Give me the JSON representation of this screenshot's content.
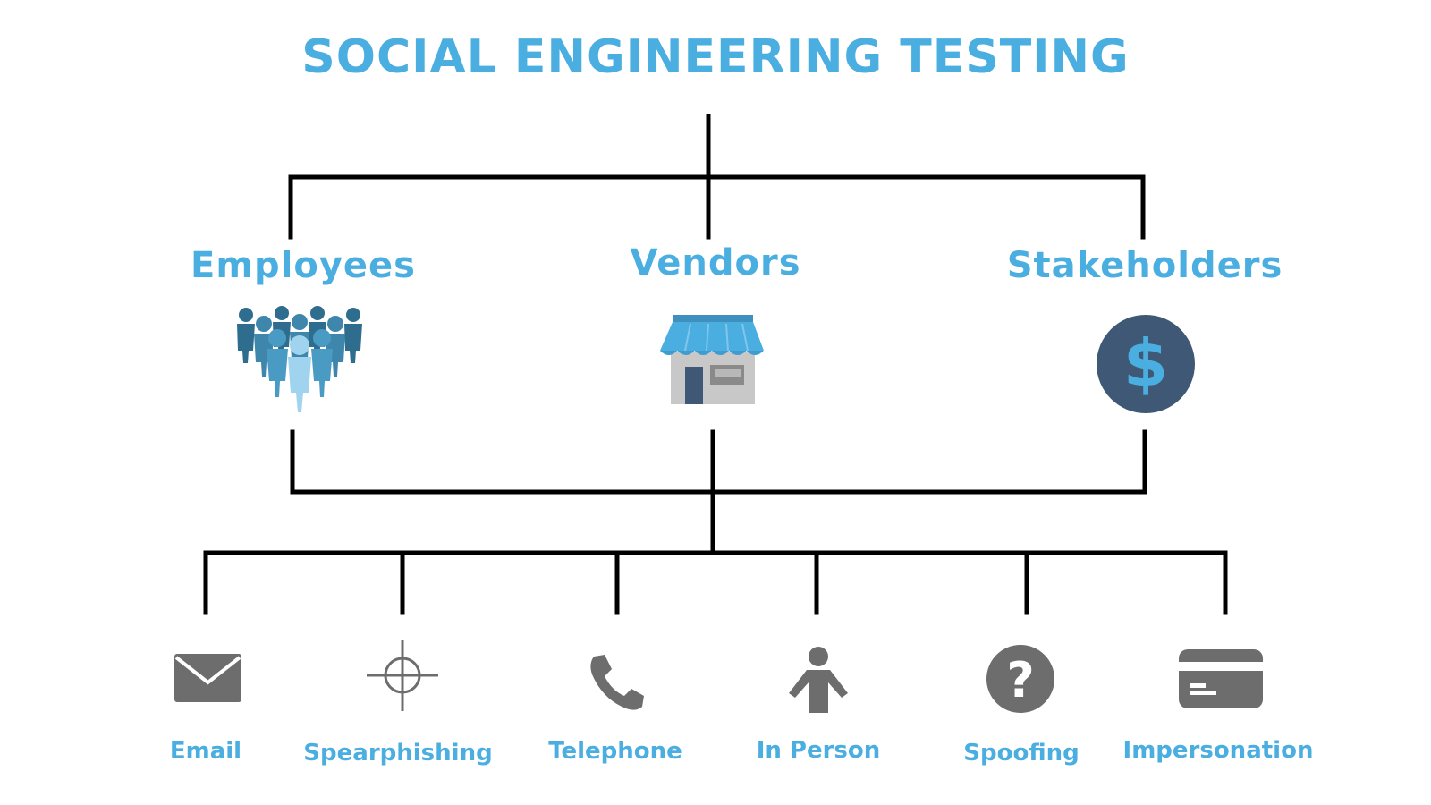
{
  "title": "SOCIAL ENGINEERING TESTING",
  "colors": {
    "accent_text": "#4aaee0",
    "connector_line": "#000000",
    "icon_gray": "#6d6d6d",
    "people_dark": "#2f6d8f",
    "people_mid": "#4a9bc4",
    "people_light": "#9fd3ee",
    "store_awning": "#4aaee0",
    "store_wall": "#c8c8c8",
    "coin_fill": "#3f5876",
    "coin_symbol": "#4aaee0"
  },
  "groups": [
    {
      "label": "Employees",
      "icon": "people-group-icon"
    },
    {
      "label": "Vendors",
      "icon": "storefront-icon"
    },
    {
      "label": "Stakeholders",
      "icon": "dollar-coin-icon"
    }
  ],
  "methods": [
    {
      "label": "Email",
      "icon": "envelope-icon"
    },
    {
      "label": "Spearphishing",
      "icon": "crosshair-icon"
    },
    {
      "label": "Telephone",
      "icon": "phone-icon"
    },
    {
      "label": "In Person",
      "icon": "person-icon"
    },
    {
      "label": "Spoofing",
      "icon": "question-circle-icon"
    },
    {
      "label": "Impersonation",
      "icon": "id-card-icon"
    }
  ],
  "coin_symbol": "$",
  "question_symbol": "?"
}
